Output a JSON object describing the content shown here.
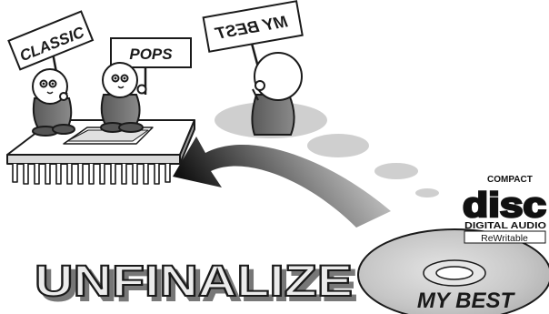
{
  "signs": {
    "classic": "CLASSIC",
    "pops": "POPS",
    "mybest_mirrored": "MY BEST"
  },
  "title": "UNFINALIZE",
  "disc_label": "MY BEST",
  "cd_logo": {
    "compact": "COMPACT",
    "disc": "disc",
    "digital_audio": "DIGITAL AUDIO",
    "rewritable": "ReWritable"
  },
  "colors": {
    "ink": "#1a1a1a",
    "gray_dark": "#6f6f6f",
    "gray_mid": "#9a9a9a",
    "gray_light": "#d4d4d4",
    "disc_fill": "#c9c9c9",
    "title_fill": "#e6e6e6"
  }
}
